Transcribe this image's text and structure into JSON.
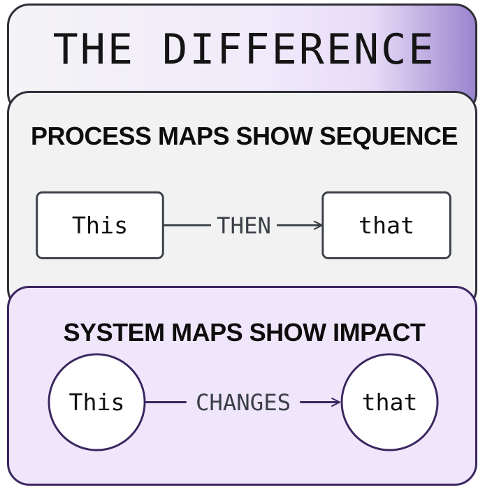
{
  "title": "THE DIFFERENCE",
  "process": {
    "heading": "PROCESS MAPS SHOW SEQUENCE",
    "from_node": "This",
    "relation": "THEN",
    "to_node": "that"
  },
  "system": {
    "heading": "SYSTEM MAPS SHOW IMPACT",
    "from_node": "This",
    "relation": "CHANGES",
    "to_node": "that"
  },
  "colors": {
    "border": "#2f2f38",
    "process_background": "#f2f2f3",
    "system_background": "#efe6fb",
    "system_accent": "#3a2660",
    "process_arrow": "#3b4048"
  }
}
